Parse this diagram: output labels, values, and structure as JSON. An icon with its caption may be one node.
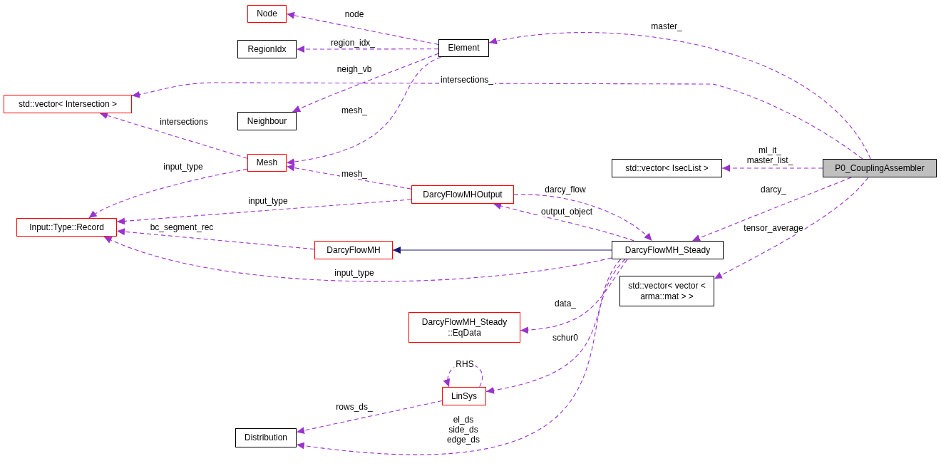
{
  "diagram": {
    "nodes": [
      {
        "text": [
          "Node"
        ]
      },
      {
        "text": [
          "RegionIdx"
        ]
      },
      {
        "text": [
          "Element"
        ]
      },
      {
        "text": [
          "std::vector< Intersection >"
        ]
      },
      {
        "text": [
          "Neighbour"
        ]
      },
      {
        "text": [
          "Mesh"
        ]
      },
      {
        "text": [
          "std::vector< IsecList >"
        ]
      },
      {
        "text": [
          "P0_CouplingAssembler"
        ]
      },
      {
        "text": [
          "Input::Type::Record"
        ]
      },
      {
        "text": [
          "DarcyFlowMHOutput"
        ]
      },
      {
        "text": [
          "DarcyFlowMH"
        ]
      },
      {
        "text": [
          "DarcyFlowMH_Steady"
        ]
      },
      {
        "text": [
          "std::vector< vector < arma::mat > >"
        ]
      },
      {
        "text": [
          "DarcyFlowMH_Steady ::EqData"
        ]
      },
      {
        "text": [
          "LinSys"
        ]
      },
      {
        "text": [
          "Distribution"
        ]
      }
    ],
    "edges": [
      {
        "from": 2,
        "to": 0,
        "arrow": "to",
        "label": "node",
        "style": "dashed"
      },
      {
        "from": 2,
        "to": 1,
        "arrow": "to",
        "label": "region_idx_",
        "style": "dashed"
      },
      {
        "from": 2,
        "to": 4,
        "arrow": "to",
        "label": "neigh_vb",
        "style": "dashed"
      },
      {
        "from": 2,
        "to": 5,
        "arrow": "to",
        "label": "mesh_",
        "style": "dashed"
      },
      {
        "from": 7,
        "to": 2,
        "arrow": "to",
        "label": "master_",
        "style": "dashed"
      },
      {
        "from": 7,
        "to": 3,
        "arrow": "to",
        "label": "intersections_",
        "style": "dashed"
      },
      {
        "from": 5,
        "to": 3,
        "arrow": "to",
        "label": "intersections",
        "style": "dashed"
      },
      {
        "from": 5,
        "to": 8,
        "arrow": "to",
        "label": "input_type",
        "style": "dashed"
      },
      {
        "from": 7,
        "to": 6,
        "arrow": "to",
        "label": "ml_it_ master_list_",
        "style": "dashed"
      },
      {
        "from": 9,
        "to": 5,
        "arrow": "to",
        "label": "mesh_",
        "style": "dashed"
      },
      {
        "from": 9,
        "to": 8,
        "arrow": "to",
        "label": "input_type",
        "style": "dashed"
      },
      {
        "from": 9,
        "to": 11,
        "arrow": "to",
        "label": "darcy_flow",
        "style": "dashed"
      },
      {
        "from": 11,
        "to": 9,
        "arrow": "to",
        "label": "output_object",
        "style": "dashed"
      },
      {
        "from": 7,
        "to": 11,
        "arrow": "to",
        "label": "darcy_",
        "style": "dashed"
      },
      {
        "from": 7,
        "to": 12,
        "arrow": "to",
        "label": "tensor_average",
        "style": "dashed"
      },
      {
        "from": 10,
        "to": 8,
        "arrow": "to",
        "label": "bc_segment_rec",
        "style": "dashed"
      },
      {
        "from": 11,
        "to": 10,
        "arrow": "to",
        "color": "#191970"
      },
      {
        "from": 11,
        "to": 8,
        "arrow": "to",
        "label": "input_type",
        "style": "dashed"
      },
      {
        "from": 11,
        "to": 13,
        "arrow": "to",
        "label": "data_",
        "style": "dashed"
      },
      {
        "from": 11,
        "to": 14,
        "arrow": "to",
        "label": "schur0",
        "style": "dashed"
      },
      {
        "from": 14,
        "to": 14,
        "arrow": "to",
        "label": "RHS",
        "style": "dashed"
      },
      {
        "from": 14,
        "to": 15,
        "arrow": "to",
        "label": "rows_ds_",
        "style": "dashed"
      },
      {
        "from": 11,
        "to": 15,
        "arrow": "to",
        "label": "el_ds side_ds edge_ds",
        "style": "dashed"
      }
    ]
  }
}
